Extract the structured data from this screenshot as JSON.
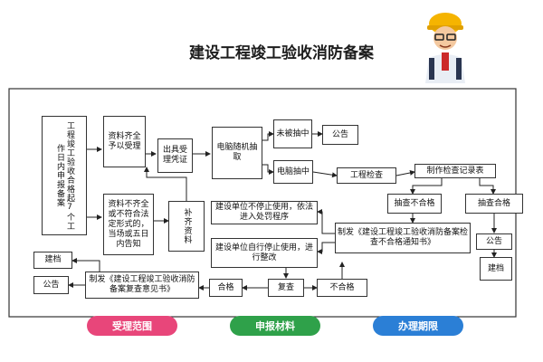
{
  "title": "建设工程竣工验收消防备案",
  "boxes": {
    "report": "工程竣工验收合格起7个工作日内申报备案",
    "complete": "资料齐全予以受理",
    "cert": "出具受理凭证",
    "random": "电脑随机抽取",
    "not_selected": "未被抽中",
    "announce": "公告",
    "selected": "电脑抽中",
    "inspect": "工程检查",
    "record": "制作检查记录表",
    "fail_check": "抽查不合格",
    "pass_check": "抽查合格",
    "announce2": "公告",
    "archive2": "建档",
    "incomplete": "资料不齐全或不符合法定形式的，当场或五日内告知",
    "supplement": "补齐资料",
    "stop_use": "建设单位不停止使用，依法进入处罚程序",
    "notice": "制发《建设工程竣工验收消防备案检查不合格通知书》",
    "self_stop": "建设单位自行停止使用，进行整改",
    "archive": "建档",
    "announce3": "公告",
    "review_opinion": "制发《建设工程竣工验收消防备案复查意见书》",
    "qualified": "合格",
    "recheck": "复查",
    "unqualified": "不合格"
  },
  "tabs": {
    "scope": "受理范围",
    "materials": "申报材料",
    "deadline": "办理期限"
  },
  "colors": {
    "scope": "#e8467a",
    "materials": "#2fa14a",
    "deadline": "#2b7fd6",
    "border": "#333333"
  }
}
